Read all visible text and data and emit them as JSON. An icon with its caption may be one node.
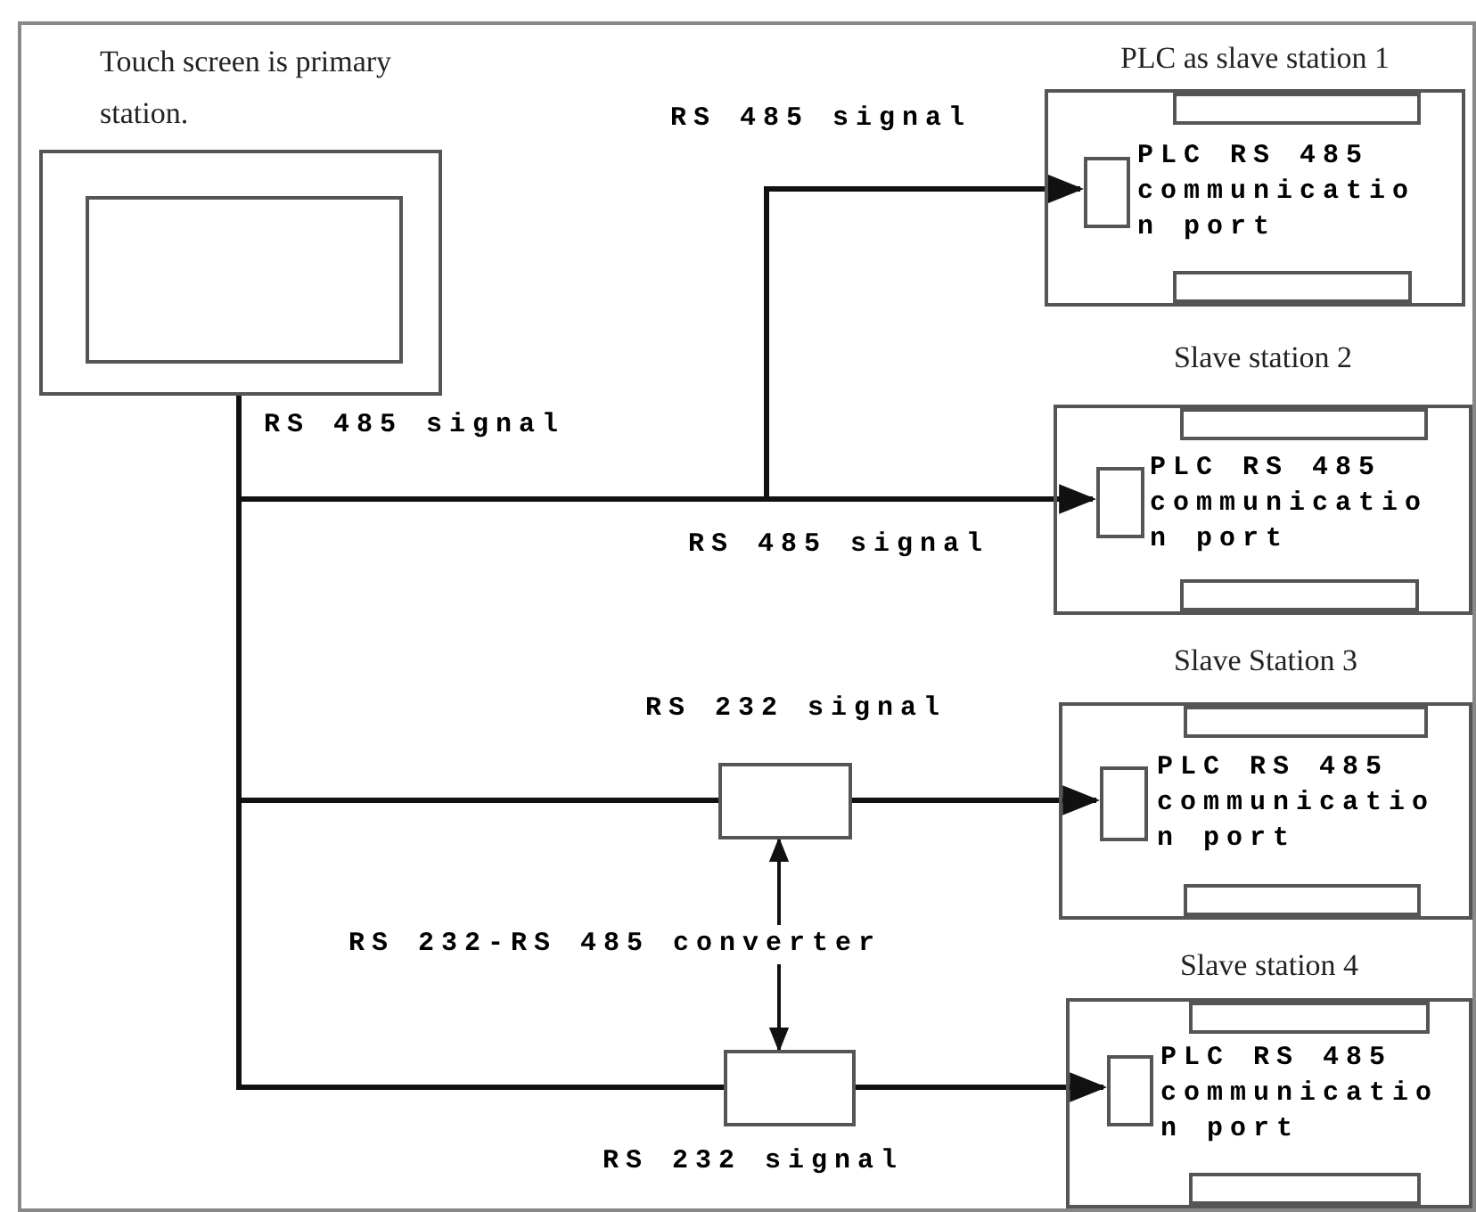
{
  "diagram": {
    "nodes": [
      {
        "text": [
          "Touch screen is primary station."
        ]
      },
      {
        "text": [],
        "shape": "box",
        "in": 0
      },
      {
        "text": [
          "PLC as slave station 1"
        ]
      },
      {
        "text": [],
        "shape": "box",
        "in": 2,
        "beside": [
          "PLC RS 485 communicatio n port"
        ]
      },
      {
        "text": [
          "Slave station 2"
        ]
      },
      {
        "text": [],
        "shape": "box",
        "in": 4,
        "beside": [
          "PLC RS 485 communicatio n port"
        ]
      },
      {
        "text": [
          "Slave Station 3"
        ]
      },
      {
        "text": [],
        "shape": "box",
        "in": 6,
        "beside": [
          "PLC RS 485 communicatio n port"
        ]
      },
      {
        "text": [
          "Slave station 4"
        ]
      },
      {
        "text": [],
        "shape": "box",
        "in": 8,
        "beside": [
          "PLC RS 485 communicatio n port"
        ]
      },
      {
        "text": [],
        "shape": "box",
        "beside": [
          "RS 232 signal"
        ]
      },
      {
        "text": [],
        "shape": "box",
        "beside": [
          "RS 232 signal"
        ]
      },
      {
        "text": [
          "RS 232-RS 485 converter"
        ]
      }
    ],
    "edges": [
      {
        "from": 0,
        "to": 3,
        "arrow": "to",
        "label": "RS 485 signal"
      },
      {
        "from": 0,
        "to": 5,
        "arrow": "to",
        "label": "RS 485 signal"
      },
      {
        "from": 0,
        "to": 10,
        "arrow": "none"
      },
      {
        "from": 10,
        "to": 7,
        "arrow": "to"
      },
      {
        "from": 0,
        "to": 11,
        "arrow": "none"
      },
      {
        "from": 11,
        "to": 9,
        "arrow": "to"
      },
      {
        "from": 12,
        "to": 10,
        "arrow": "to"
      },
      {
        "from": 12,
        "to": 11,
        "arrow": "to"
      }
    ],
    "labels": [
      "RS 485 signal"
    ]
  }
}
